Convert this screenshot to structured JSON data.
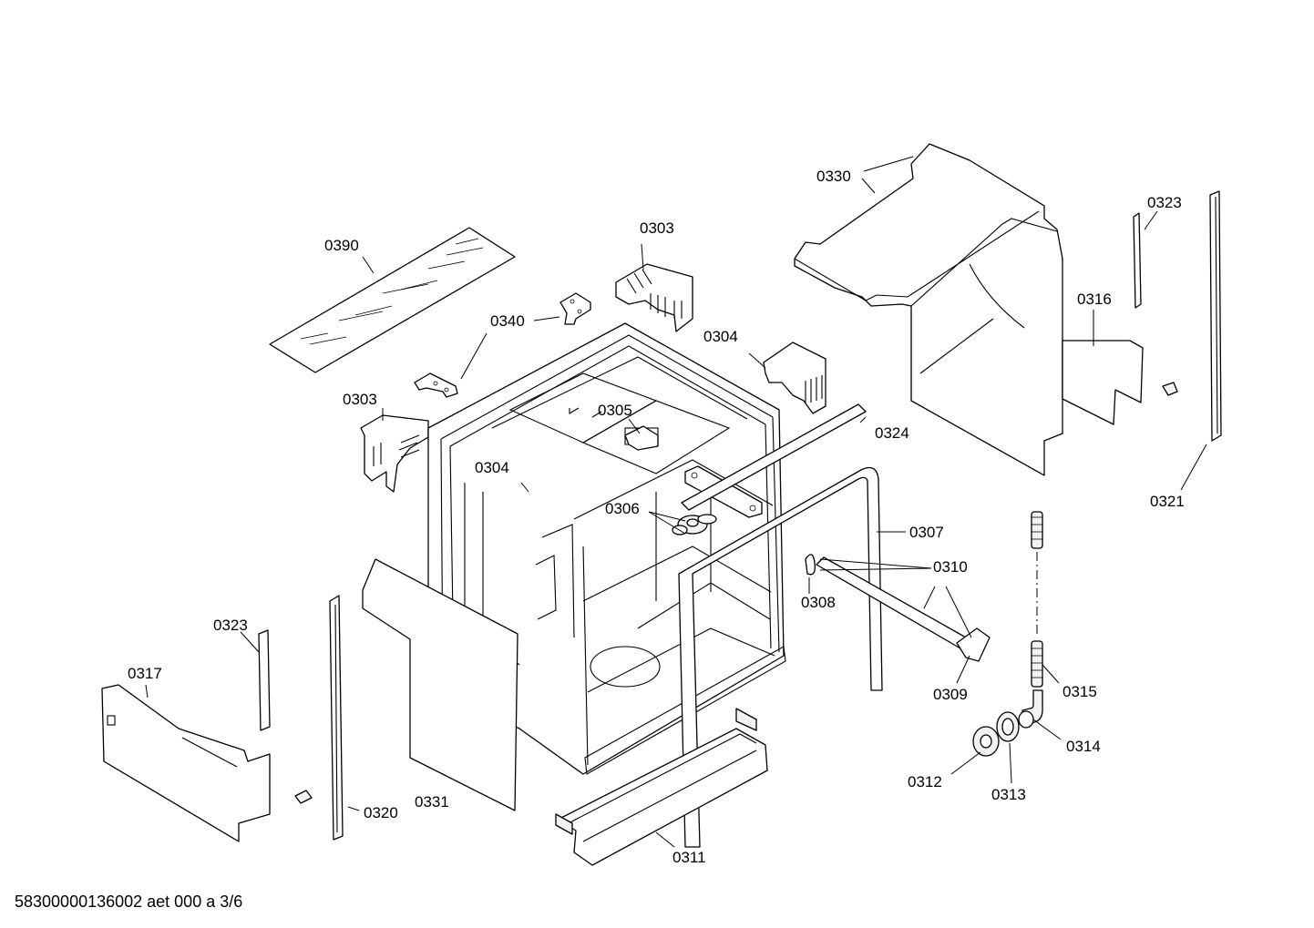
{
  "diagram": {
    "callouts": {
      "c0390": "0390",
      "c0340": "0340",
      "c0303a": "0303",
      "c0303b": "0303",
      "c0304a": "0304",
      "c0304b": "0304",
      "c0305": "0305",
      "c0306": "0306",
      "c0307": "0307",
      "c0308": "0308",
      "c0309": "0309",
      "c0310": "0310",
      "c0311": "0311",
      "c0312": "0312",
      "c0313": "0313",
      "c0314": "0314",
      "c0315": "0315",
      "c0316": "0316",
      "c0317": "0317",
      "c0320": "0320",
      "c0321": "0321",
      "c0323a": "0323",
      "c0323b": "0323",
      "c0324": "0324",
      "c0330": "0330",
      "c0331": "0331"
    }
  },
  "footer": {
    "doc_code": "58300000136002 aet 000 a 3/6"
  }
}
